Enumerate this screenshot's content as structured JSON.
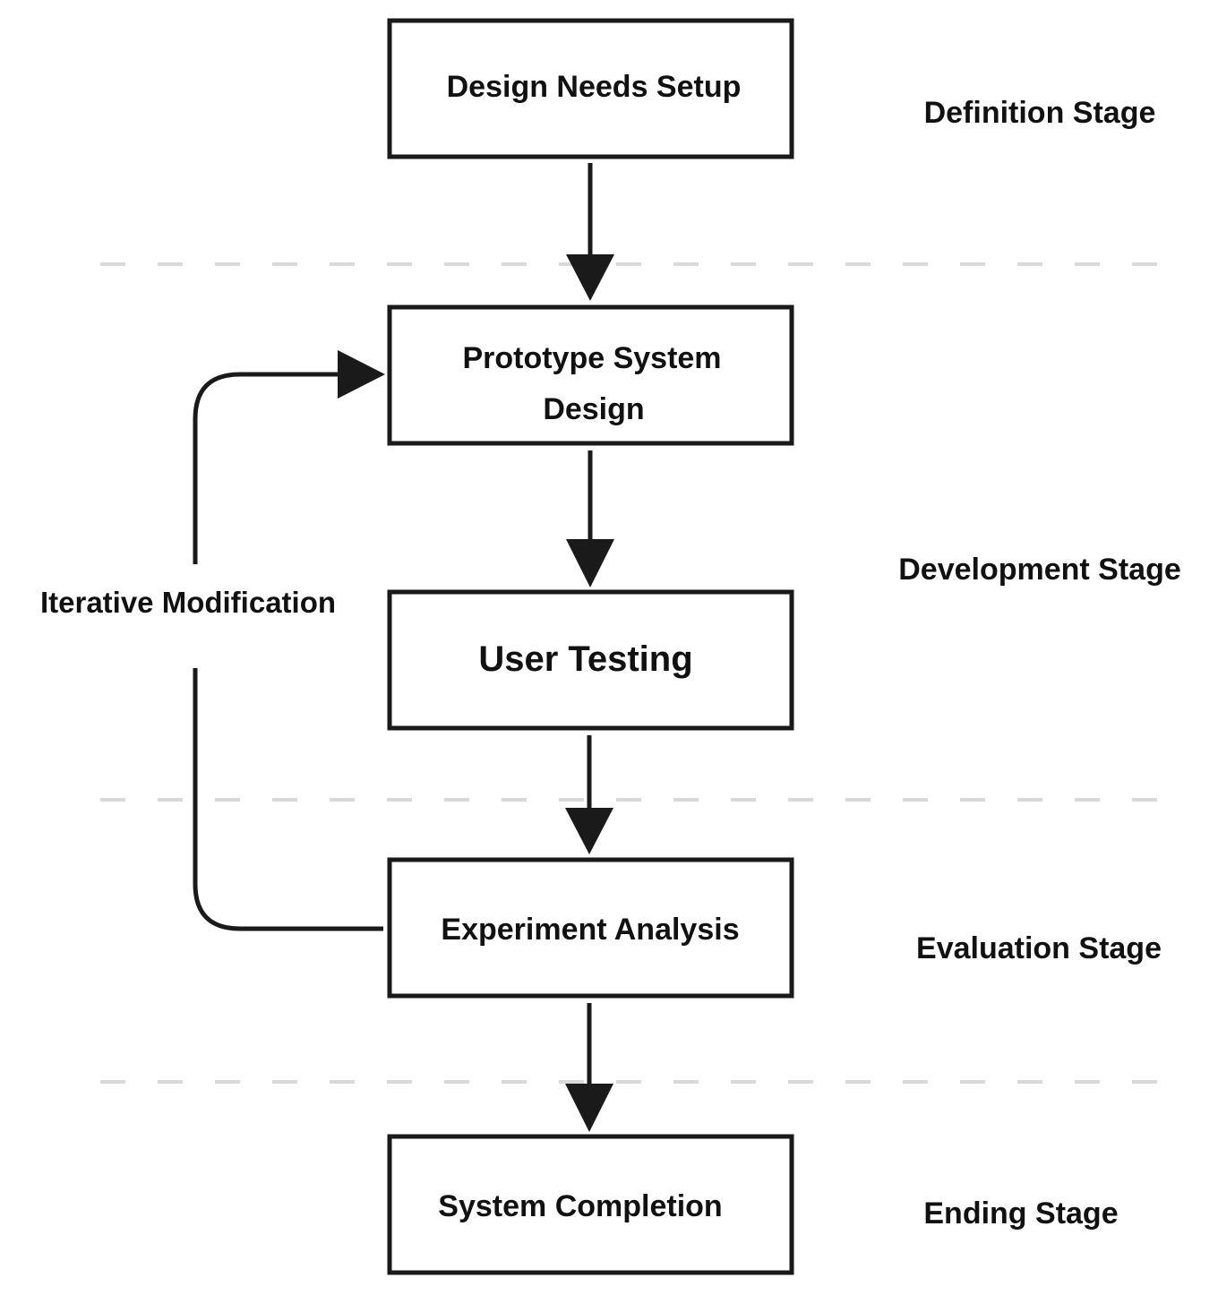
{
  "colors": {
    "stroke": "#1a1a1a",
    "text": "#111111",
    "divider": "#d9d9d9",
    "background": "#ffffff"
  },
  "nodes": [
    {
      "id": "design-needs-setup",
      "lines": [
        "Design Needs Setup"
      ]
    },
    {
      "id": "prototype-system-design",
      "lines": [
        "Prototype System",
        "Design"
      ]
    },
    {
      "id": "user-testing",
      "lines": [
        "User Testing"
      ]
    },
    {
      "id": "experiment-analysis",
      "lines": [
        "Experiment Analysis"
      ]
    },
    {
      "id": "system-completion",
      "lines": [
        "System Completion"
      ]
    }
  ],
  "stages": [
    {
      "id": "definition",
      "label": "Definition Stage"
    },
    {
      "id": "development",
      "label": "Development Stage"
    },
    {
      "id": "evaluation",
      "label": "Evaluation Stage"
    },
    {
      "id": "ending",
      "label": "Ending Stage"
    }
  ],
  "loop": {
    "label": "Iterative Modification",
    "from": "experiment-analysis",
    "to": "prototype-system-design"
  },
  "edges": [
    {
      "from": "design-needs-setup",
      "to": "prototype-system-design"
    },
    {
      "from": "prototype-system-design",
      "to": "user-testing"
    },
    {
      "from": "user-testing",
      "to": "experiment-analysis"
    },
    {
      "from": "experiment-analysis",
      "to": "system-completion"
    }
  ]
}
